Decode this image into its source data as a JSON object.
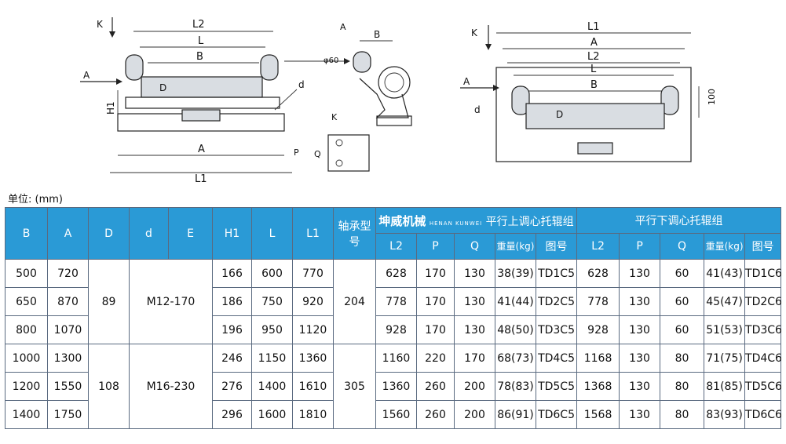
{
  "drawing": {
    "left_view": {
      "k": "K",
      "a": "A",
      "l2": "L2",
      "l": "L",
      "b": "B",
      "d_cap": "D",
      "h1": "H1",
      "d_small": "d",
      "a_bottom": "A",
      "l1": "L1"
    },
    "side_view": {
      "a": "A",
      "b": "B",
      "phi": "φ60"
    },
    "k_view": {
      "k": "K",
      "p": "P",
      "q": "Q"
    },
    "right_view": {
      "k": "K",
      "l1": "L1",
      "a_top": "A",
      "l2": "L2",
      "l": "L",
      "b": "B",
      "a_side": "A",
      "d_small": "d",
      "d_cap": "D",
      "h": "100"
    }
  },
  "unit_label": "单位: (mm)",
  "table": {
    "headers": {
      "B": "B",
      "A": "A",
      "D": "D",
      "d": "d",
      "E": "E",
      "H1": "H1",
      "L": "L",
      "L1": "L1",
      "bearing_model": "轴承型号",
      "brand": "坤威机械",
      "brand_en": "HENAN KUNWEI",
      "upper_group": "平行上调心托辊组",
      "lower_group": "平行下调心托辊组",
      "sub": [
        "L2",
        "P",
        "Q",
        "重量(kg)",
        "图号"
      ]
    },
    "rows": [
      {
        "B": "500",
        "A": "720",
        "H1": "166",
        "L": "600",
        "L1": "770",
        "u_L2": "628",
        "u_P": "170",
        "u_Q": "130",
        "u_W": "38(39)",
        "u_No": "TD1C5",
        "d_L2": "628",
        "d_P": "130",
        "d_Q": "60",
        "d_W": "41(43)",
        "d_No": "TD1C6"
      },
      {
        "B": "650",
        "A": "870",
        "H1": "186",
        "L": "750",
        "L1": "920",
        "u_L2": "778",
        "u_P": "170",
        "u_Q": "130",
        "u_W": "41(44)",
        "u_No": "TD2C5",
        "d_L2": "778",
        "d_P": "130",
        "d_Q": "60",
        "d_W": "45(47)",
        "d_No": "TD2C6"
      },
      {
        "B": "800",
        "A": "1070",
        "H1": "196",
        "L": "950",
        "L1": "1120",
        "u_L2": "928",
        "u_P": "170",
        "u_Q": "130",
        "u_W": "48(50)",
        "u_No": "TD3C5",
        "d_L2": "928",
        "d_P": "130",
        "d_Q": "60",
        "d_W": "51(53)",
        "d_No": "TD3C6"
      },
      {
        "B": "1000",
        "A": "1300",
        "H1": "246",
        "L": "1150",
        "L1": "1360",
        "u_L2": "1160",
        "u_P": "220",
        "u_Q": "170",
        "u_W": "68(73)",
        "u_No": "TD4C5",
        "d_L2": "1168",
        "d_P": "130",
        "d_Q": "80",
        "d_W": "71(75)",
        "d_No": "TD4C6"
      },
      {
        "B": "1200",
        "A": "1550",
        "H1": "276",
        "L": "1400",
        "L1": "1610",
        "u_L2": "1360",
        "u_P": "260",
        "u_Q": "200",
        "u_W": "78(83)",
        "u_No": "TD5C5",
        "d_L2": "1368",
        "d_P": "130",
        "d_Q": "80",
        "d_W": "81(85)",
        "d_No": "TD5C6"
      },
      {
        "B": "1400",
        "A": "1750",
        "H1": "296",
        "L": "1600",
        "L1": "1810",
        "u_L2": "1560",
        "u_P": "260",
        "u_Q": "200",
        "u_W": "86(91)",
        "u_No": "TD6C5",
        "d_L2": "1568",
        "d_P": "130",
        "d_Q": "80",
        "d_W": "83(93)",
        "d_No": "TD6C6"
      }
    ],
    "groups": [
      {
        "D": "89",
        "dE": "M12-170",
        "bearing": "204"
      },
      {
        "D": "108",
        "dE": "M16-230",
        "bearing": "305"
      }
    ]
  }
}
